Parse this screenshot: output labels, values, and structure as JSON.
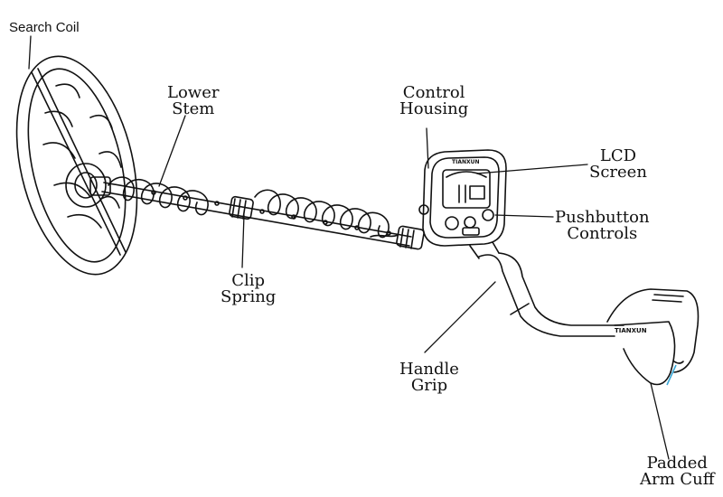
{
  "labels": {
    "search_coil": "Search Coil",
    "lower_stem": [
      "Lower",
      "Stem"
    ],
    "control_housing": [
      "Control",
      "Housing"
    ],
    "lcd_screen": [
      "LCD",
      "Screen"
    ],
    "pushbutton_controls": [
      "Pushbutton",
      "Controls"
    ],
    "clip_spring": [
      "Clip",
      "Spring"
    ],
    "handle_grip": [
      "Handle",
      "Grip"
    ],
    "padded_arm_cuff": [
      "Padded",
      "Arm Cuff"
    ]
  },
  "brand": "TIANXUN",
  "colors": {
    "ink": "#111111",
    "accent": "#3aa7d6"
  }
}
